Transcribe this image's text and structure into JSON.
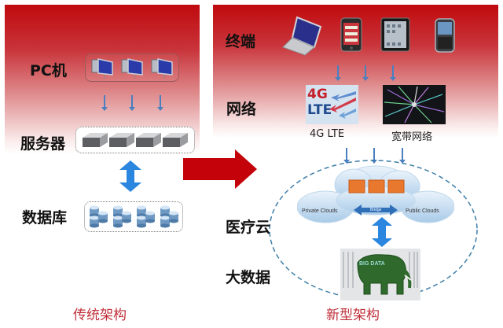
{
  "traditional": {
    "labels": {
      "pc": "PC机",
      "server": "服务器",
      "database": "数据库"
    },
    "caption": "传统架构",
    "pc_count": 3,
    "server_count": 4,
    "database_count": 4
  },
  "new": {
    "labels": {
      "terminal": "终端",
      "network": "网络",
      "medical_cloud": "医疗云",
      "big_data": "大数据"
    },
    "caption": "新型架构",
    "devices": [
      "laptop",
      "smartphone",
      "tablet",
      "blackberry-phone"
    ],
    "networks": [
      {
        "name": "4G LTE",
        "icon": "lte-icon",
        "icon_text_top": "4G",
        "icon_text_bottom": "LTE"
      },
      {
        "name": "宽带网络",
        "icon": "broadband-icon"
      }
    ],
    "cloud": {
      "private_label": "Private Clouds",
      "public_label": "Public Clouds",
      "bridge_label": "Bridge"
    },
    "big_data_image_text": "BIG DATA"
  },
  "colors": {
    "panel_red": "#c00a0e",
    "arrow_red": "#c4020a",
    "arrow_blue": "#2a86de",
    "caption_red": "#c0303a",
    "line_blue": "#4a7fc0"
  }
}
